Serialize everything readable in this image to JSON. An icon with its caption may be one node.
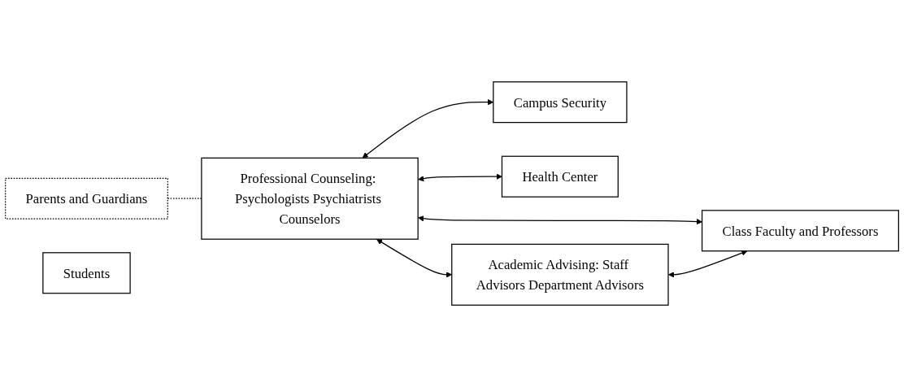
{
  "diagram": {
    "nodes": [
      {
        "text": [
          "Professional Counseling: Psychologists Psychiatrists Counselors"
        ]
      },
      {
        "text": [
          "Campus Security"
        ]
      },
      {
        "text": [
          "Health Center"
        ]
      },
      {
        "text": [
          "Parents and Guardians"
        ]
      },
      {
        "text": [
          "Students"
        ]
      },
      {
        "text": [
          "Academic Advising: Staff Advisors Department Advisors"
        ]
      },
      {
        "text": [
          "Class Faculty and Professors"
        ]
      }
    ],
    "edges": [
      {
        "from": 0,
        "to": 1,
        "arrow": "both"
      },
      {
        "from": 0,
        "to": 2,
        "arrow": "both"
      },
      {
        "from": 3,
        "to": 0,
        "arrow": "none",
        "style": "dashed"
      },
      {
        "from": 0,
        "to": 5,
        "arrow": "both"
      },
      {
        "from": 0,
        "to": 6,
        "arrow": "both"
      },
      {
        "from": 5,
        "to": 6,
        "arrow": "both"
      }
    ]
  }
}
